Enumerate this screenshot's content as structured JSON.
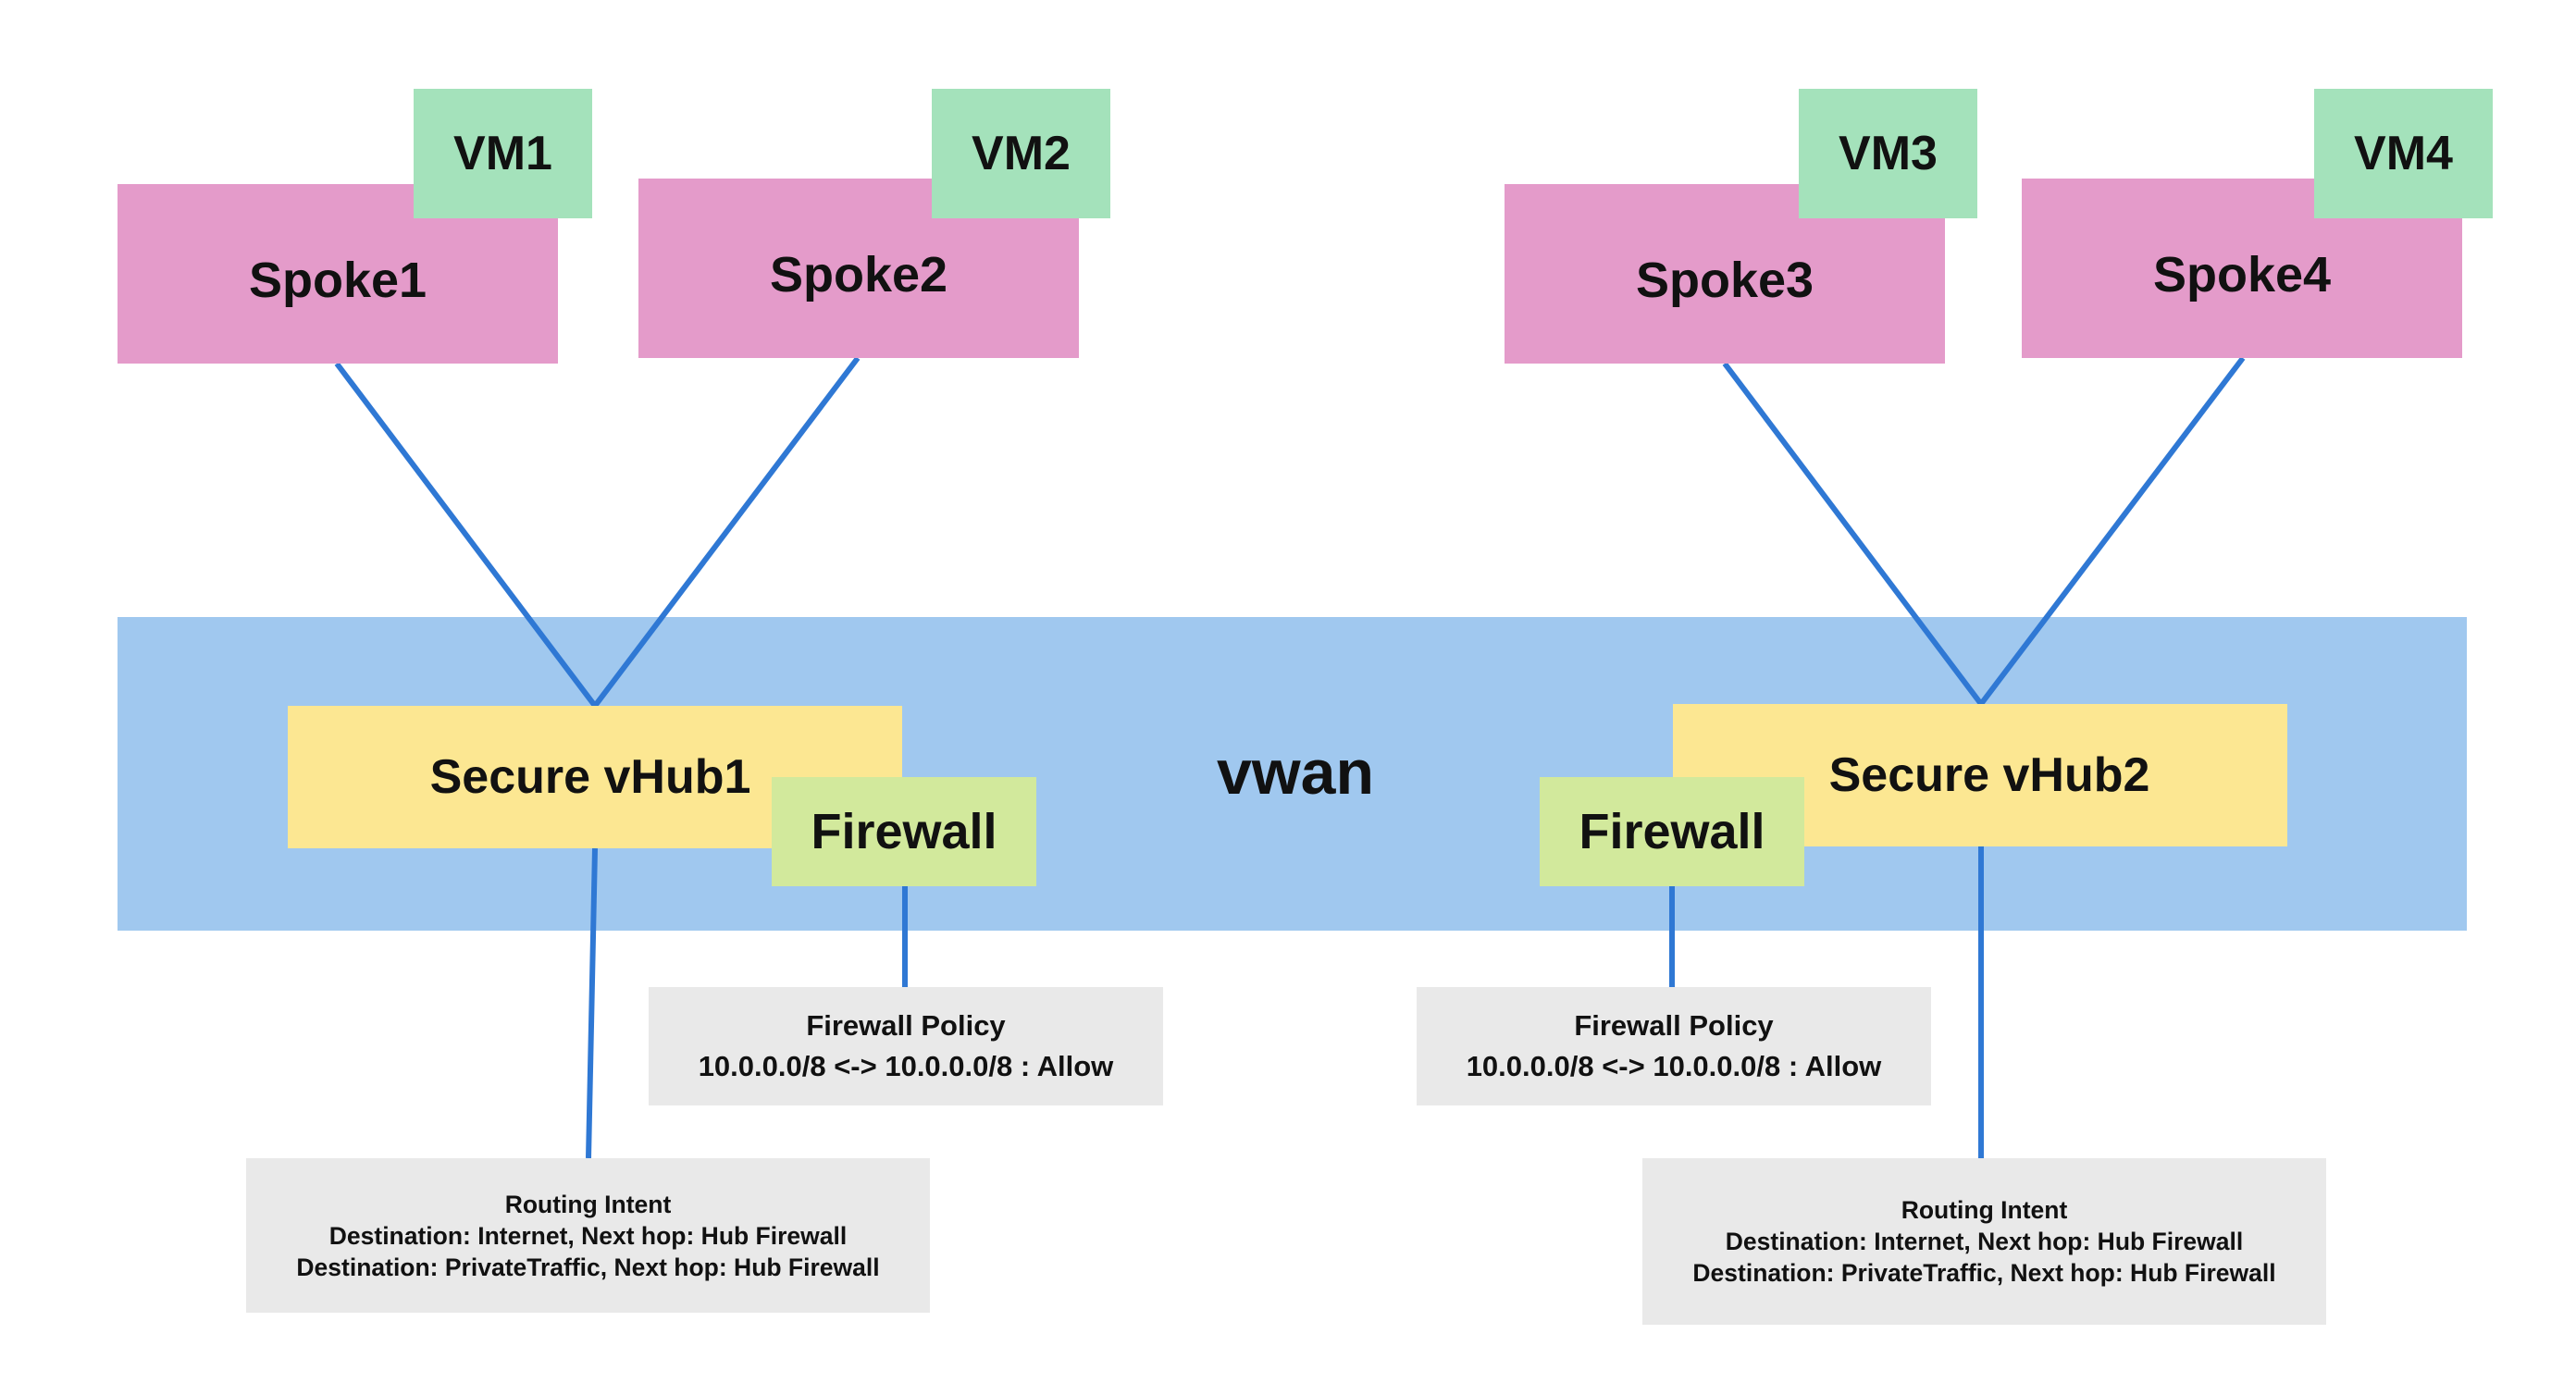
{
  "vwan": {
    "label": "vwan",
    "fill": "#a0c8ef"
  },
  "spokes": [
    {
      "label": "Spoke1",
      "vm": "VM1"
    },
    {
      "label": "Spoke2",
      "vm": "VM2"
    },
    {
      "label": "Spoke3",
      "vm": "VM3"
    },
    {
      "label": "Spoke4",
      "vm": "VM4"
    }
  ],
  "hubs": [
    {
      "label": "Secure vHub1",
      "firewall": "Firewall",
      "policy": {
        "title": "Firewall Policy",
        "rule": "10.0.0.0/8 <-> 10.0.0.0/8 : Allow"
      },
      "routing_intent": {
        "title": "Routing Intent",
        "lines": [
          "Destination: Internet, Next hop: Hub Firewall",
          "Destination: PrivateTraffic, Next hop: Hub Firewall"
        ]
      }
    },
    {
      "label": "Secure vHub2",
      "firewall": "Firewall",
      "policy": {
        "title": "Firewall Policy",
        "rule": "10.0.0.0/8 <-> 10.0.0.0/8 : Allow"
      },
      "routing_intent": {
        "title": "Routing Intent",
        "lines": [
          "Destination: Internet, Next hop: Hub Firewall",
          "Destination: PrivateTraffic, Next hop: Hub Firewall"
        ]
      }
    }
  ],
  "colors": {
    "spoke": "#e49bca",
    "vm": "#a4e2bb",
    "hub": "#fce792",
    "firewall": "#d2e99c",
    "note": "#e9e9e9",
    "connector": "#2f78d4"
  }
}
